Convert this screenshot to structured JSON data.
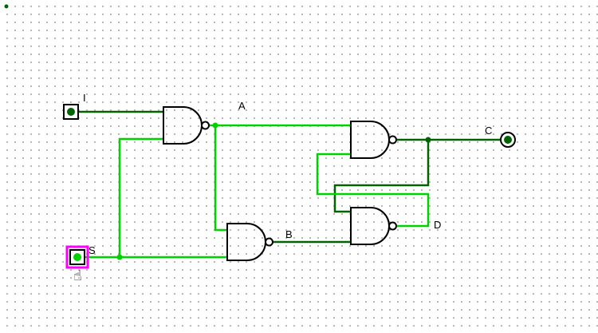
{
  "labels": {
    "I": "I",
    "S": "S",
    "A": "A",
    "B": "B",
    "C": "C",
    "D": "D"
  },
  "colors": {
    "high": "#00d200",
    "low": "#006400",
    "selection": "#ff00ff"
  },
  "signals": {
    "I": 0,
    "S": 1,
    "A": 1,
    "B": 0,
    "C": 0,
    "D": 1
  },
  "components": {
    "input_pins": [
      {
        "label": "I",
        "value": 0,
        "selected": false
      },
      {
        "label": "S",
        "value": 1,
        "selected": true
      }
    ],
    "output_pins": [
      {
        "label": "C",
        "value": 0
      }
    ],
    "gates": [
      {
        "id": "nand-1",
        "type": "NAND",
        "inputs": [
          "I",
          "S"
        ],
        "output": "A"
      },
      {
        "id": "nand-2",
        "type": "NAND",
        "inputs": [
          "A",
          "S"
        ],
        "output": "B"
      },
      {
        "id": "nand-3",
        "type": "NAND",
        "inputs": [
          "A",
          "D"
        ],
        "output": "C"
      },
      {
        "id": "nand-4",
        "type": "NAND",
        "inputs": [
          "C",
          "B"
        ],
        "output": "D"
      }
    ]
  },
  "cursor": {
    "hand_glyph": "☝"
  }
}
